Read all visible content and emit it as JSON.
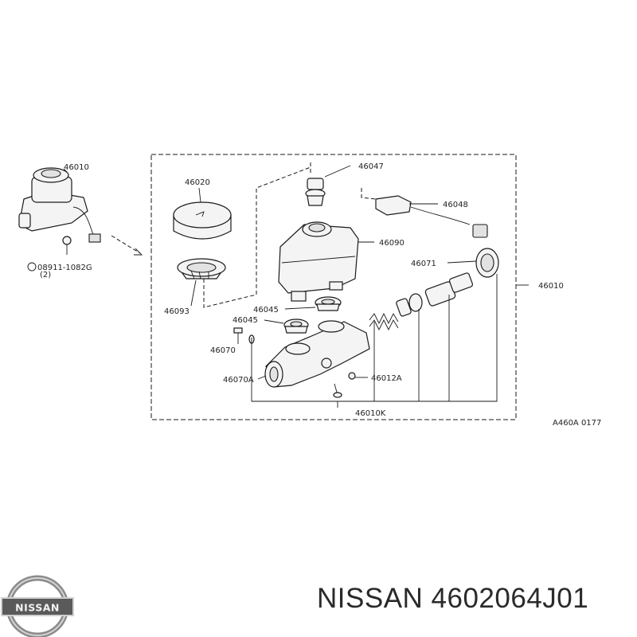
{
  "labels": {
    "assembly_top": "46010",
    "bolt_ref": "08911-1082G",
    "bolt_qty": "(2)",
    "cap": "46020",
    "strainer": "46093",
    "grommet_plug": "46047",
    "switch": "46048",
    "reservoir": "46090",
    "seal": "46071",
    "assembly_right": "46010",
    "grommet_a": "46045",
    "grommet_b": "46045",
    "screw": "46070",
    "oring": "46070A",
    "bleeder": "46012A",
    "piston_kit": "46010K",
    "figure_code": "A460A 0177"
  },
  "logo": {
    "text": "NISSAN"
  },
  "brand_title": "NISSAN 4602064J01"
}
